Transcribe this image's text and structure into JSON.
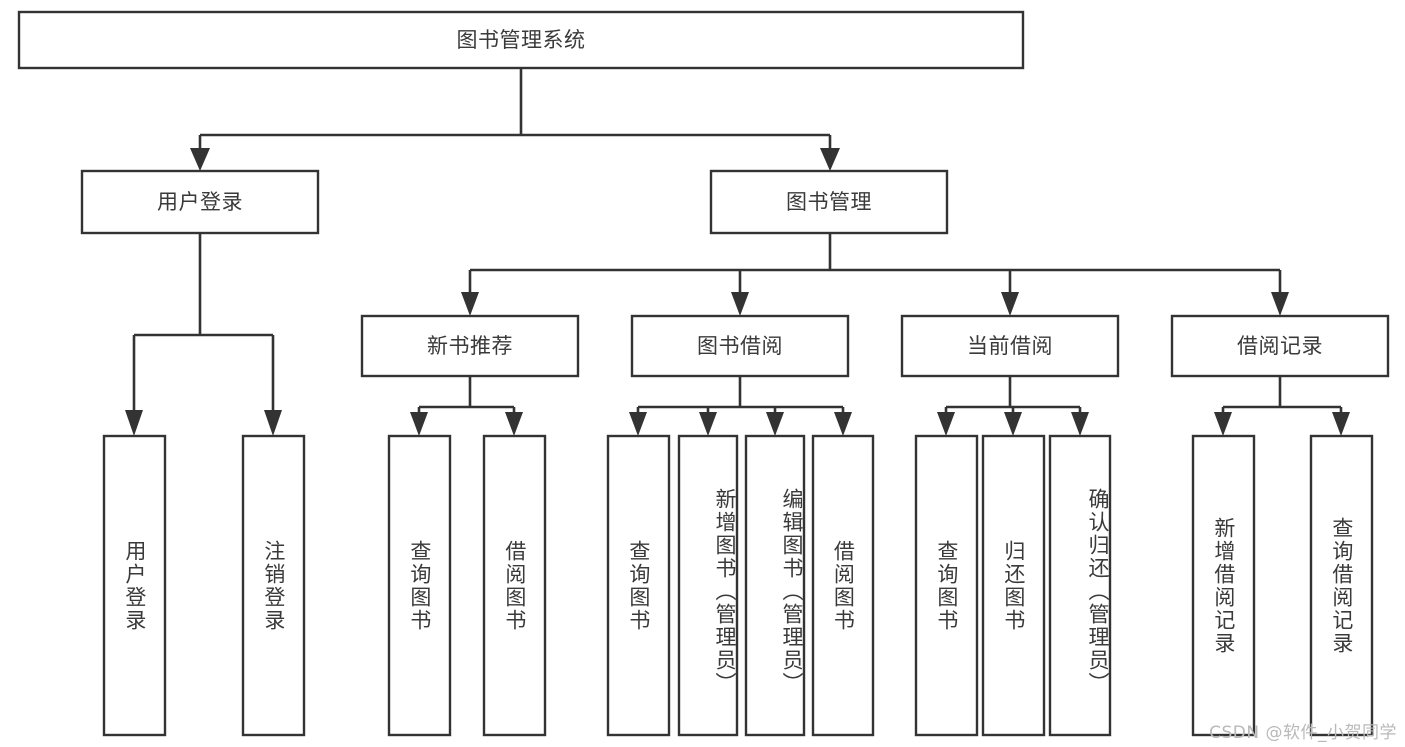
{
  "diagram": {
    "type": "tree-hierarchy",
    "title": "图书管理系统",
    "watermark": "CSDN @软件_小贺同学",
    "colors": {
      "box_stroke": "#333333",
      "box_fill": "#ffffff",
      "text": "#3a3a3a",
      "connector": "#333333",
      "watermark": "#b9b9b9",
      "background": "#ffffff"
    },
    "nodes": {
      "root": {
        "label": "图书管理系统",
        "orientation": "horizontal"
      },
      "level2": [
        {
          "label": "用户登录",
          "orientation": "horizontal"
        },
        {
          "label": "图书管理",
          "orientation": "horizontal"
        }
      ],
      "level3": [
        {
          "label": "新书推荐",
          "orientation": "horizontal"
        },
        {
          "label": "图书借阅",
          "orientation": "horizontal"
        },
        {
          "label": "当前借阅",
          "orientation": "horizontal"
        },
        {
          "label": "借阅记录",
          "orientation": "horizontal"
        }
      ],
      "leaves": {
        "user_login": [
          {
            "label": "用户登录",
            "orientation": "vertical"
          },
          {
            "label": "注销登录",
            "orientation": "vertical"
          }
        ],
        "new_book_recommend": [
          {
            "label": "查询图书",
            "orientation": "vertical"
          },
          {
            "label": "借阅图书",
            "orientation": "vertical"
          }
        ],
        "book_borrow": [
          {
            "label": "查询图书",
            "orientation": "vertical"
          },
          {
            "label": "新增图书（管理员）",
            "orientation": "vertical"
          },
          {
            "label": "编辑图书（管理员）",
            "orientation": "vertical"
          },
          {
            "label": "借阅图书",
            "orientation": "vertical"
          }
        ],
        "current_borrow": [
          {
            "label": "查询图书",
            "orientation": "vertical"
          },
          {
            "label": "归还图书",
            "orientation": "vertical"
          },
          {
            "label": "确认归还（管理员）",
            "orientation": "vertical"
          }
        ],
        "borrow_record": [
          {
            "label": "新增借阅记录",
            "orientation": "vertical"
          },
          {
            "label": "查询借阅记录",
            "orientation": "vertical"
          }
        ]
      }
    }
  }
}
